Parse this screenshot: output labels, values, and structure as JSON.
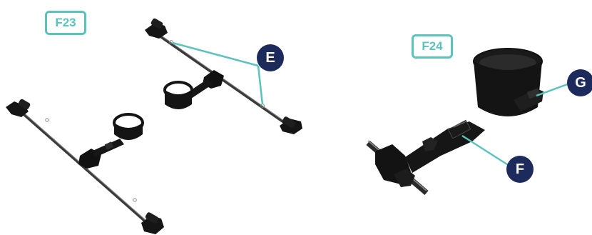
{
  "figures": {
    "left_label": "F23",
    "right_label": "F24"
  },
  "callouts": {
    "e": "E",
    "f": "F",
    "g": "G"
  },
  "colors": {
    "label_accent": "#5cc3bb",
    "callout_fill": "#1d2a5c",
    "part_black": "#151515",
    "part_gray": "#444444"
  }
}
